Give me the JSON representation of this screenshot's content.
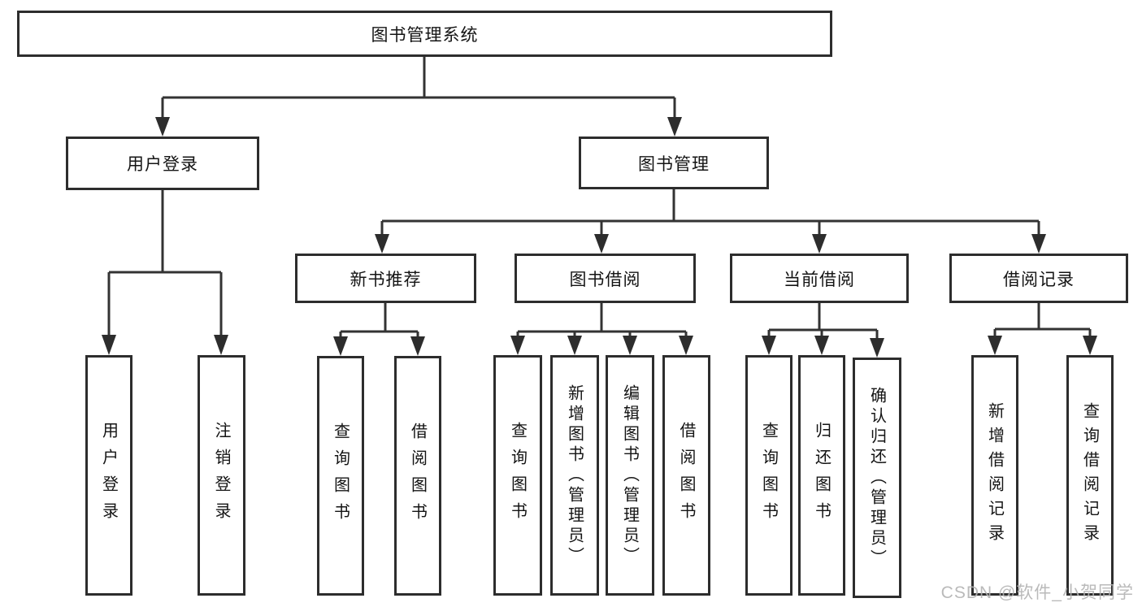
{
  "diagram": {
    "title": "图书管理系统",
    "nodes": {
      "root": "图书管理系统",
      "user_login": "用户登录",
      "book_mgmt": "图书管理",
      "new_book": "新书推荐",
      "book_borrow": "图书借阅",
      "current_borrow": "当前借阅",
      "borrow_record": "借阅记录",
      "leaf_user_login": "用户登录",
      "leaf_logout": "注销登录",
      "leaf_nb_query": "查询图书",
      "leaf_nb_borrow": "借阅图书",
      "leaf_bb_query": "查询图书",
      "leaf_bb_add": "新增图书（管理员）",
      "leaf_bb_edit": "编辑图书（管理员）",
      "leaf_bb_borrow": "借阅图书",
      "leaf_cb_query": "查询图书",
      "leaf_cb_return": "归还图书",
      "leaf_cb_confirm": "确认归还（管理员）",
      "leaf_br_add": "新增借阅记录",
      "leaf_br_query": "查询借阅记录"
    },
    "colors": {
      "line": "#333333",
      "border": "#2d2d2d",
      "text": "#141414",
      "watermark": "#b2b2b2"
    },
    "watermark": "CSDN @软件_小贺同学"
  }
}
